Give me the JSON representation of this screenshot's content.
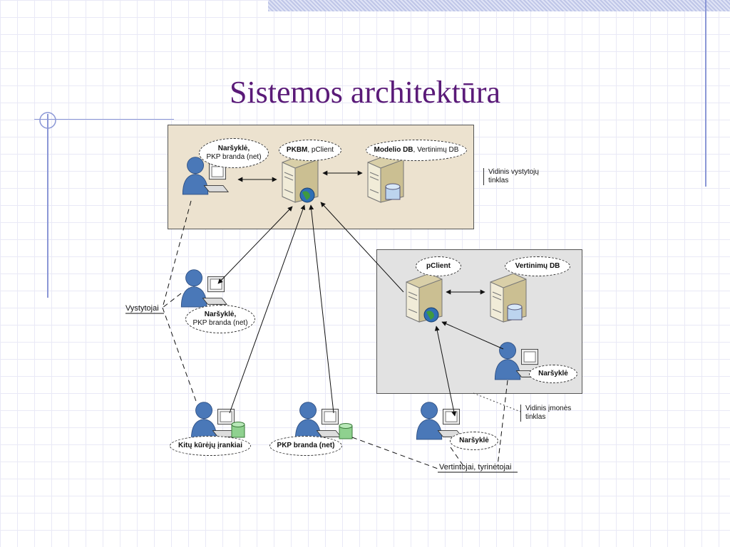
{
  "title": "Sistemos architektūra",
  "bubbles": {
    "dev_browser": {
      "bold": "Naršyklė,",
      "text": "PKP branda (net)"
    },
    "pkbm": {
      "bold": "PKBM",
      "text": ", pClient"
    },
    "model_db": {
      "bold": "Modelio DB",
      "text": ", Vertinimų DB"
    },
    "dev2_browser": {
      "bold": "Naršyklė,",
      "text": "PKP branda (net)"
    },
    "pclient": {
      "bold": "pClient",
      "text": ""
    },
    "ratings_db": {
      "bold": "Vertinimų DB",
      "text": ""
    },
    "company_browser": {
      "bold": "Naršyklė",
      "text": ""
    },
    "other_tools": {
      "bold": "Kitų kūrėjų įrankiai",
      "text": ""
    },
    "pkp_net": {
      "bold": "PKP branda (net)",
      "text": ""
    },
    "eval_browser": {
      "bold": "Naršyklė",
      "text": ""
    }
  },
  "notes": {
    "dev_network": "Vidinis vystytojų tinklas",
    "company_network": "Vidinis įmonės tinklas"
  },
  "labels": {
    "developers": "Vystytojai",
    "evaluators": "Vertintojai, tyrinėtojai"
  },
  "colors": {
    "title": "#5a1a78",
    "dev_zone": "#ece2cf",
    "company_zone": "#e2e2e2",
    "user_blue": "#4a78b8",
    "server_beige": "#e9e2c4"
  }
}
